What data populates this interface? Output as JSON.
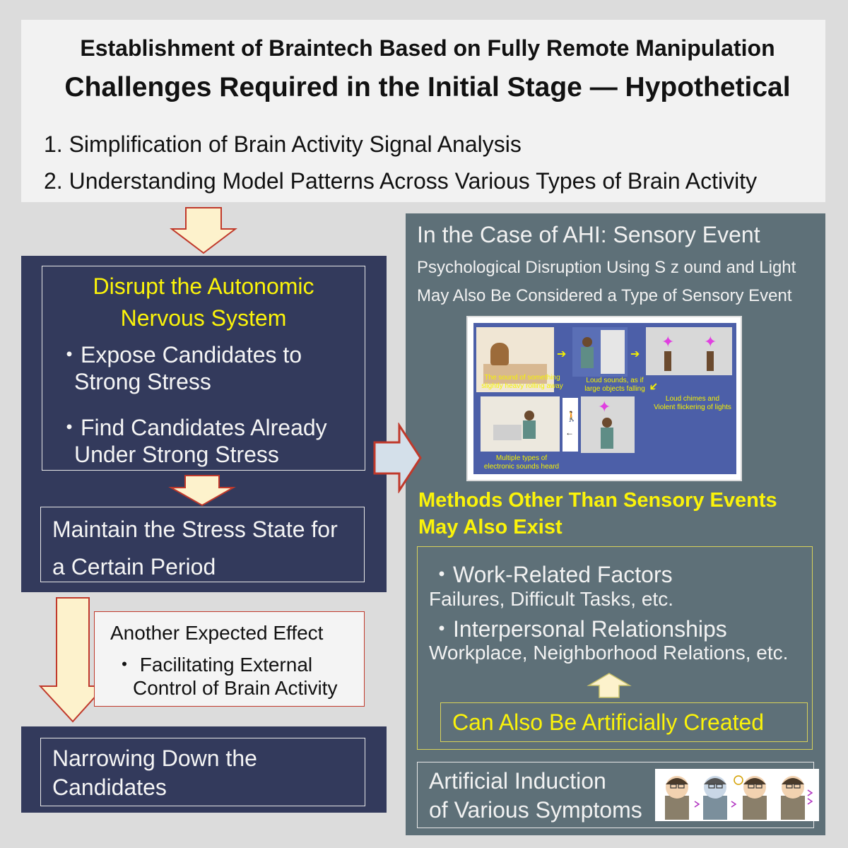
{
  "header": {
    "title_line1": "Establishment of Braintech Based on Fully Remote Manipulation",
    "title_line2": "Challenges Required in the Initial Stage — Hypothetical",
    "items": [
      "1. Simplification of Brain Activity Signal Analysis",
      "2. Understanding Model Patterns Across Various Types of Brain Activity"
    ]
  },
  "left": {
    "disrupt_title_line1": "Disrupt the Autonomic",
    "disrupt_title_line2": "Nervous System",
    "bullet1_line1": "・Expose Candidates to",
    "bullet1_line2": "Strong Stress",
    "bullet2_line1": "・Find Candidates Already",
    "bullet2_line2": "Under Strong Stress",
    "maintain_line1": "Maintain the Stress State for",
    "maintain_line2": "a Certain Period",
    "expected_line1": "Another Expected Effect",
    "expected_line2": "・ Facilitating External",
    "expected_line3": "Control of Brain Activity",
    "narrow_line1": "Narrowing Down the",
    "narrow_line2": "Candidates"
  },
  "right": {
    "ahi_title": "In the Case of AHI: Sensory Event",
    "ahi_sub1": "Psychological Disruption Using S z ound and Light",
    "ahi_sub2": "May Also Be Considered a Type of Sensory Event",
    "illustration": {
      "cap1_line1": "The sound of something",
      "cap1_line2": "slightly heavy rolling away",
      "cap2_line1": "Loud sounds, as if",
      "cap2_line2": "large objects falling",
      "cap3_line1": "Loud chimes and",
      "cap3_line2": "Violent flickering of lights",
      "cap4_line1": "Multiple types of",
      "cap4_line2": "electronic sounds heard"
    },
    "methods_line1": "Methods Other Than Sensory Events",
    "methods_line2": "May Also Exist",
    "factor1_head": "・Work-Related Factors",
    "factor1_sub": "Failures, Difficult Tasks, etc.",
    "factor2_head": "・Interpersonal Relationships",
    "factor2_sub": "Workplace, Neighborhood Relations, etc.",
    "created": "Can Also Be Artificially Created",
    "induction_line1": "Artificial Induction",
    "induction_line2": "of Various Symptoms"
  },
  "colors": {
    "navy_panel": "#333a5c",
    "slate_panel": "#5e7078",
    "highlight_yellow": "#fbf30a",
    "arrow_fill": "#fdf2cc",
    "arrow_stroke": "#c0392b"
  }
}
